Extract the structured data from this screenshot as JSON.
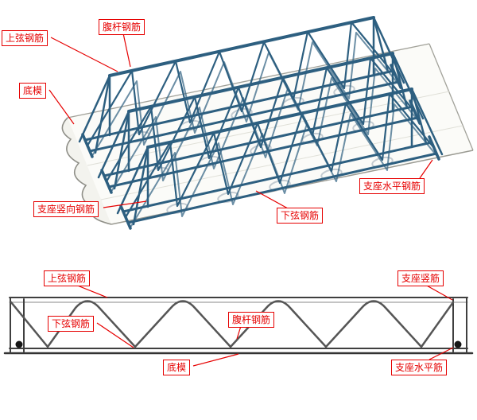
{
  "colors": {
    "label_red": "#e60000",
    "truss_blue": "#2d5f80",
    "section_line": "#3f3f3f",
    "plate_fill": "#fbfbf8"
  },
  "isometric_view": {
    "labels": [
      {
        "id": "top-chord-rebar",
        "text": "上弦钢筋"
      },
      {
        "id": "web-rebar",
        "text": "腹杆钢筋"
      },
      {
        "id": "bottom-form",
        "text": "底模"
      },
      {
        "id": "support-vertical-rebar",
        "text": "支座竖向钢筋"
      },
      {
        "id": "bottom-chord-rebar",
        "text": "下弦钢筋"
      },
      {
        "id": "support-horizontal-rebar",
        "text": "支座水平钢筋"
      }
    ]
  },
  "section_view": {
    "labels": [
      {
        "id": "top-chord-rebar",
        "text": "上弦钢筋"
      },
      {
        "id": "support-vertical-bar",
        "text": "支座竖筋"
      },
      {
        "id": "bottom-chord-rebar",
        "text": "下弦钢筋"
      },
      {
        "id": "web-rebar",
        "text": "腹杆钢筋"
      },
      {
        "id": "bottom-form",
        "text": "底模"
      },
      {
        "id": "support-horizontal-bar",
        "text": "支座水平筋"
      }
    ]
  }
}
